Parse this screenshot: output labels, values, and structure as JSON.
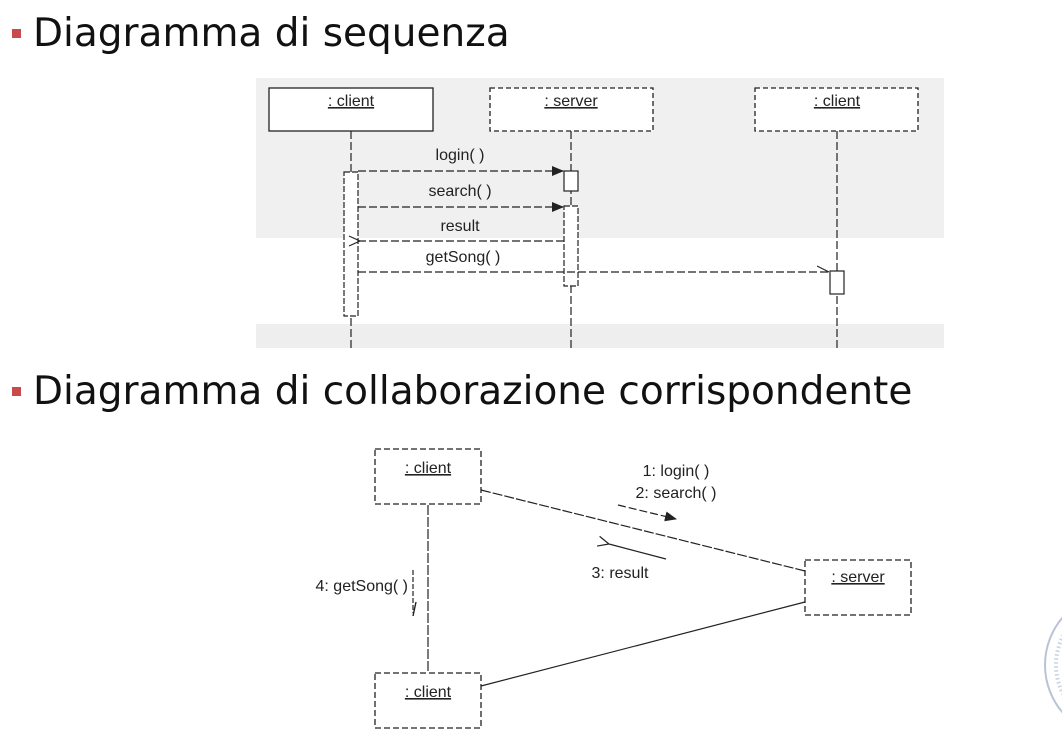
{
  "bullets": [
    {
      "text": "Diagramma di sequenza"
    },
    {
      "text": "Diagramma di collaborazione corrispondente"
    }
  ],
  "sequence": {
    "lifelines": [
      ": client",
      ": server",
      ": client"
    ],
    "messages": [
      "login( )",
      "search( )",
      "result",
      "getSong( )"
    ]
  },
  "collaboration": {
    "objects": [
      ": client",
      ": server",
      ": client"
    ],
    "messages": [
      "1: login( )",
      "2: search( )",
      "3: result",
      "4: getSong( )"
    ]
  },
  "colors": {
    "bullet": "#c94a4a",
    "band": "#eeeeee"
  }
}
